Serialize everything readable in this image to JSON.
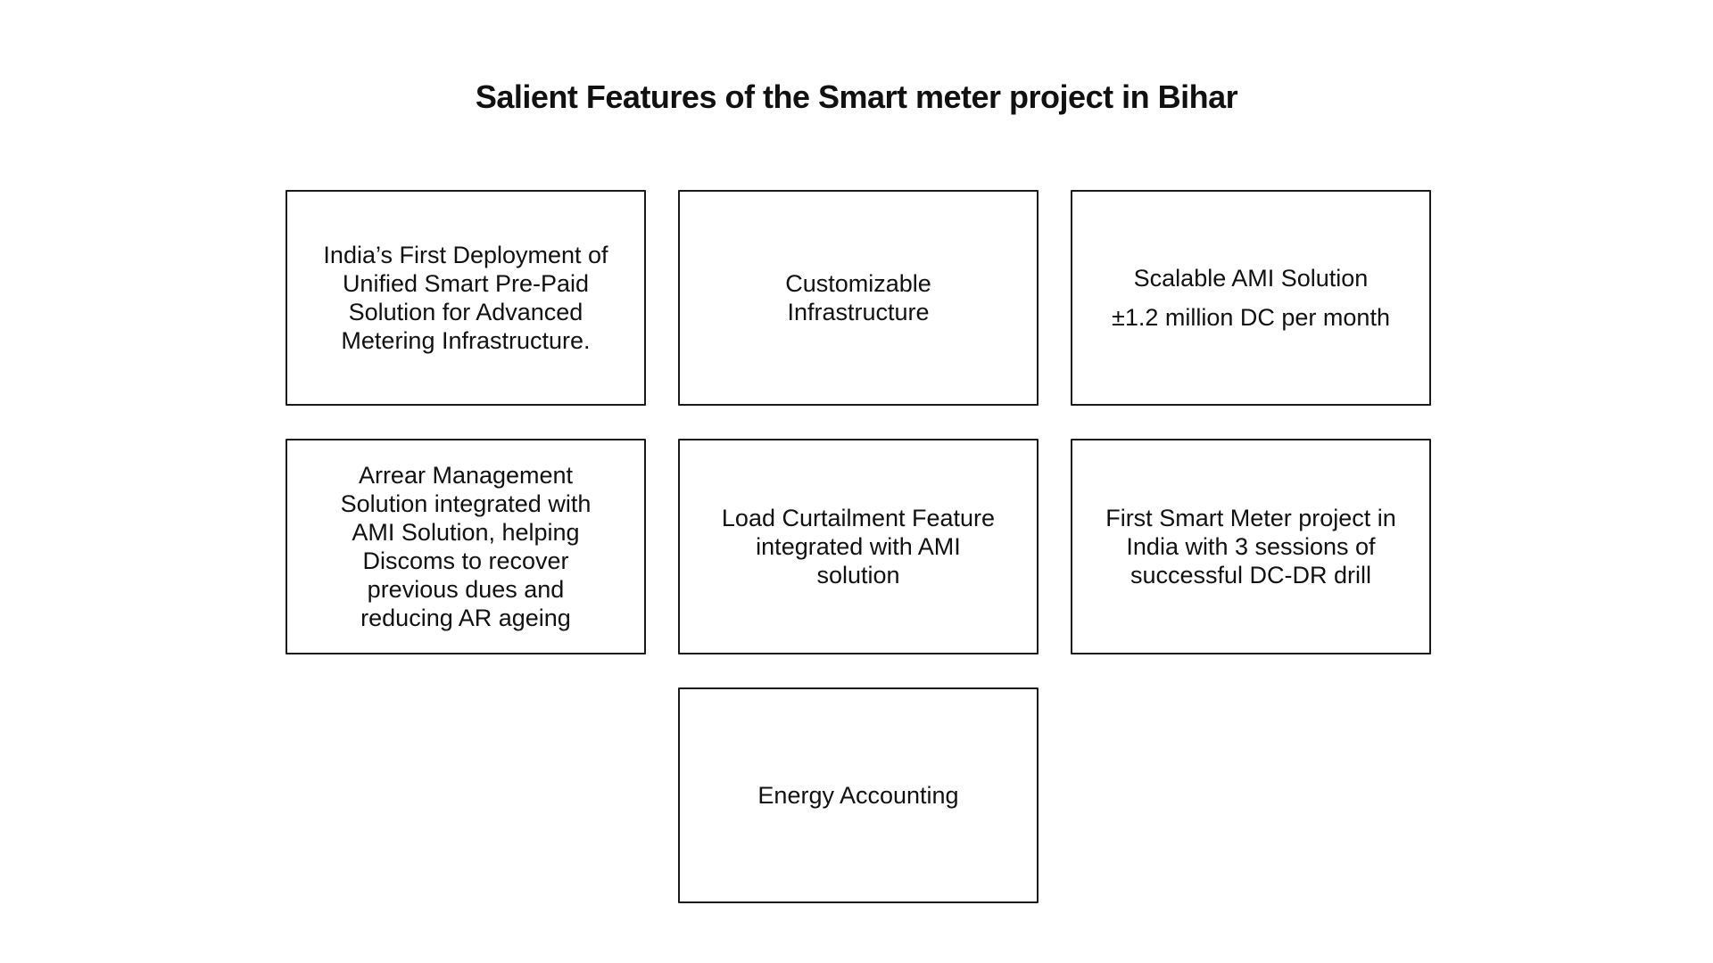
{
  "title": "Salient Features of the Smart meter project in Bihar",
  "colors": {
    "background": "#ffffff",
    "text": "#111111",
    "box_border": "#1a1a1a"
  },
  "boxes": [
    {
      "text": "India’s First Deployment of\nUnified Smart Pre-Paid\nSolution for Advanced\nMetering Infrastructure."
    },
    {
      "text": "Customizable\nInfrastructure"
    },
    {
      "text": "Scalable AMI Solution\n±1.2 million DC per month"
    },
    {
      "text": "Arrear Management\nSolution integrated with\nAMI Solution, helping\nDiscoms to recover\nprevious dues and\nreducing AR ageing"
    },
    {
      "text": "Load Curtailment Feature\nintegrated with AMI\nsolution"
    },
    {
      "text": "First Smart Meter project in\nIndia with 3 sessions of\nsuccessful DC-DR drill"
    },
    {
      "text": "Energy Accounting"
    }
  ]
}
